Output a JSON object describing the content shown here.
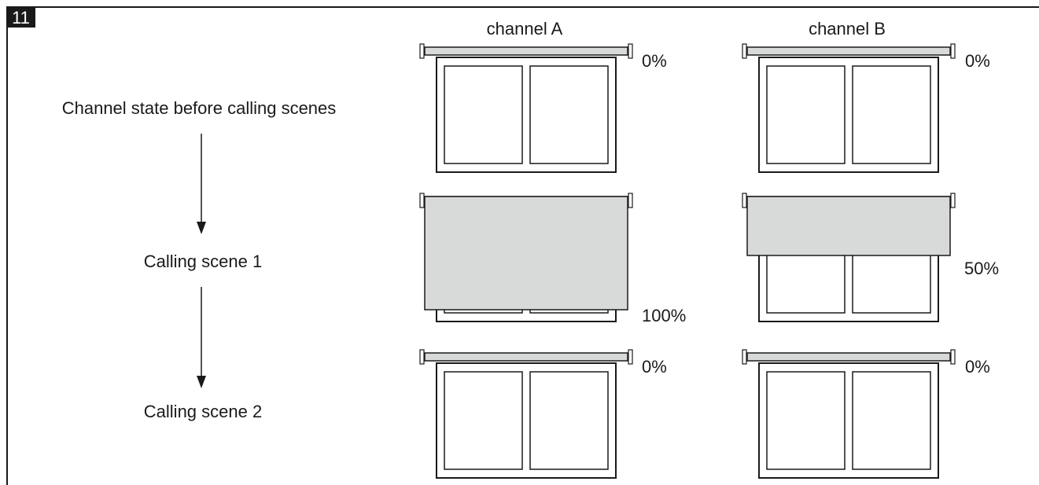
{
  "figure": {
    "number": "11",
    "columns": [
      {
        "id": "a",
        "label": "channel A"
      },
      {
        "id": "b",
        "label": "channel B"
      }
    ],
    "steps": [
      {
        "id": "before",
        "label": "Channel state before calling scenes"
      },
      {
        "id": "scene1",
        "label": "Calling scene 1"
      },
      {
        "id": "scene2",
        "label": "Calling scene 2"
      }
    ],
    "states": [
      {
        "row": "before",
        "column": "a",
        "blind_level": 0,
        "label": "0%"
      },
      {
        "row": "before",
        "column": "b",
        "blind_level": 0,
        "label": "0%"
      },
      {
        "row": "scene1",
        "column": "a",
        "blind_level": 100,
        "label": "100%"
      },
      {
        "row": "scene1",
        "column": "b",
        "blind_level": 50,
        "label": "50%"
      },
      {
        "row": "scene2",
        "column": "a",
        "blind_level": 0,
        "label": "0%"
      },
      {
        "row": "scene2",
        "column": "b",
        "blind_level": 0,
        "label": "0%"
      }
    ]
  },
  "colors": {
    "line": "#1a1a1a",
    "blind_fill": "#d8d9d9",
    "number_bg": "#1a1a1a",
    "number_fg": "#ffffff"
  }
}
